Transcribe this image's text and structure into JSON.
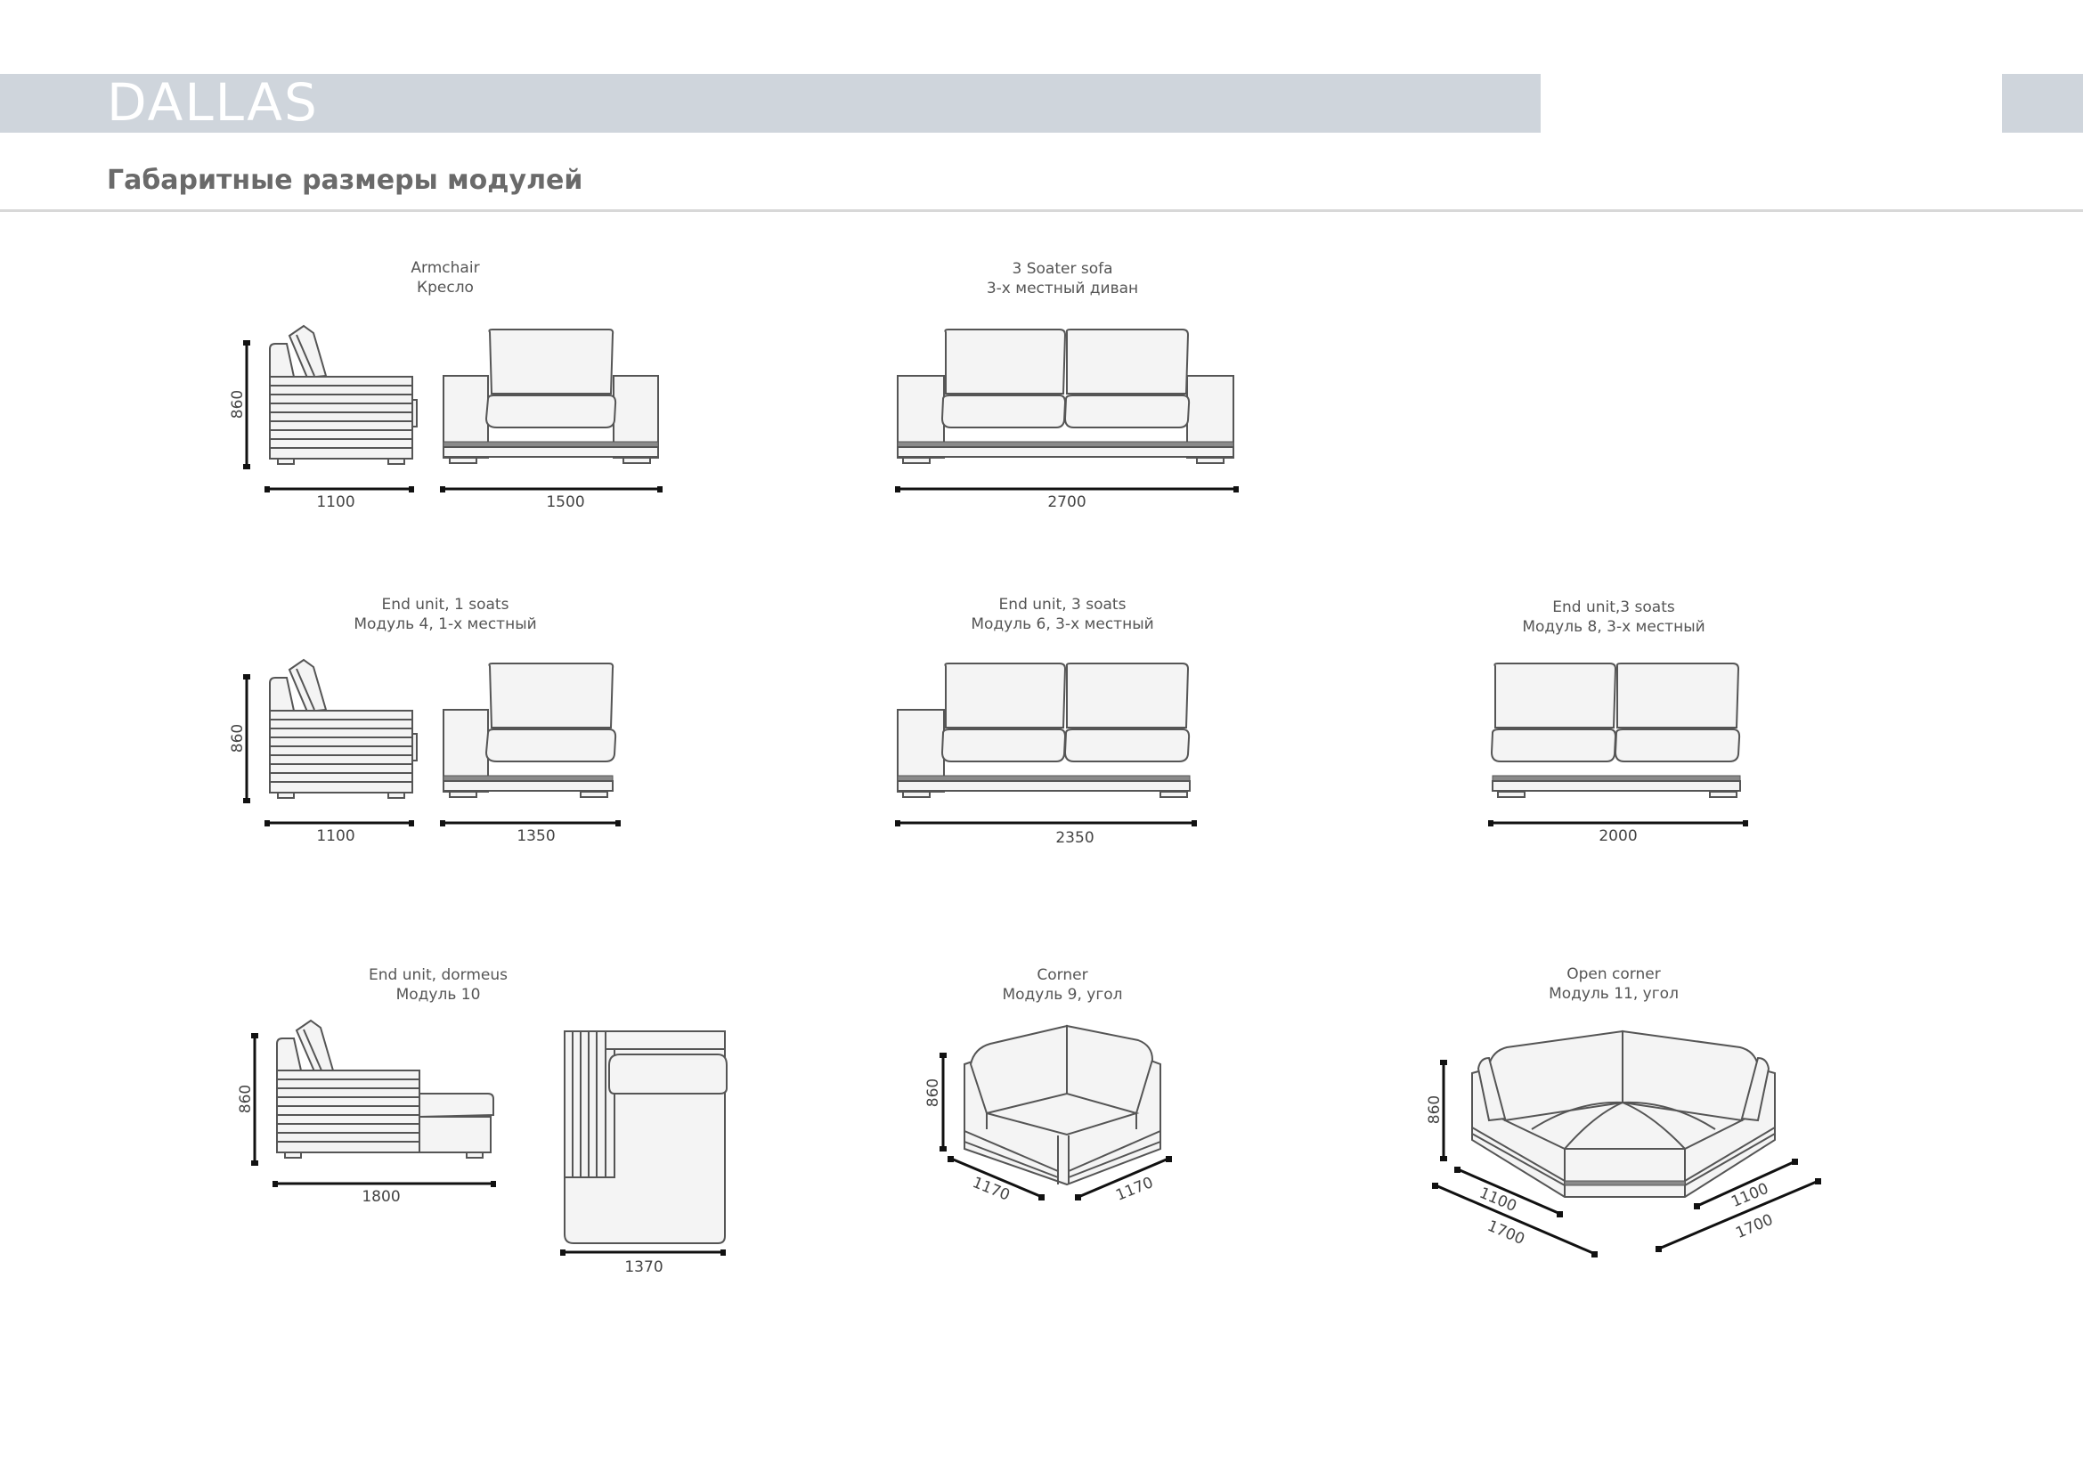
{
  "header": {
    "title": "DALLAS",
    "subtitle": "Габаритные размеры модулей"
  },
  "modules": {
    "armchair": {
      "name_en": "Armchair",
      "name_ru": "Кресло",
      "height": "860",
      "depth": "1100",
      "width": "1500"
    },
    "sofa3": {
      "name_en": "3 Soater sofa",
      "name_ru": "3-х местный диван",
      "width": "2700"
    },
    "end1": {
      "name_en": "End unit, 1 soats",
      "name_ru": "Модуль 4,  1-х местный",
      "height": "860",
      "depth": "1100",
      "width": "1350"
    },
    "end3a": {
      "name_en": "End unit, 3 soats",
      "name_ru": "Модуль 6,  3-х местный",
      "width": "2350"
    },
    "end3b": {
      "name_en": "End unit,3 soats",
      "name_ru": "Модуль 8, 3-х местный",
      "width": "2000"
    },
    "dormeus": {
      "name_en": "End unit, dormeus",
      "name_ru": "Модуль 10",
      "height": "860",
      "depth": "1800",
      "width": "1370"
    },
    "corner": {
      "name_en": "Corner",
      "name_ru": "Модуль 9, угол",
      "height": "860",
      "side_a": "1170",
      "side_b": "1170"
    },
    "open_corner": {
      "name_en": "Open corner",
      "name_ru": "Модуль 11, угол",
      "height": "860",
      "inner_a": "1100",
      "outer_a": "1700",
      "inner_b": "1100",
      "outer_b": "1700"
    }
  }
}
